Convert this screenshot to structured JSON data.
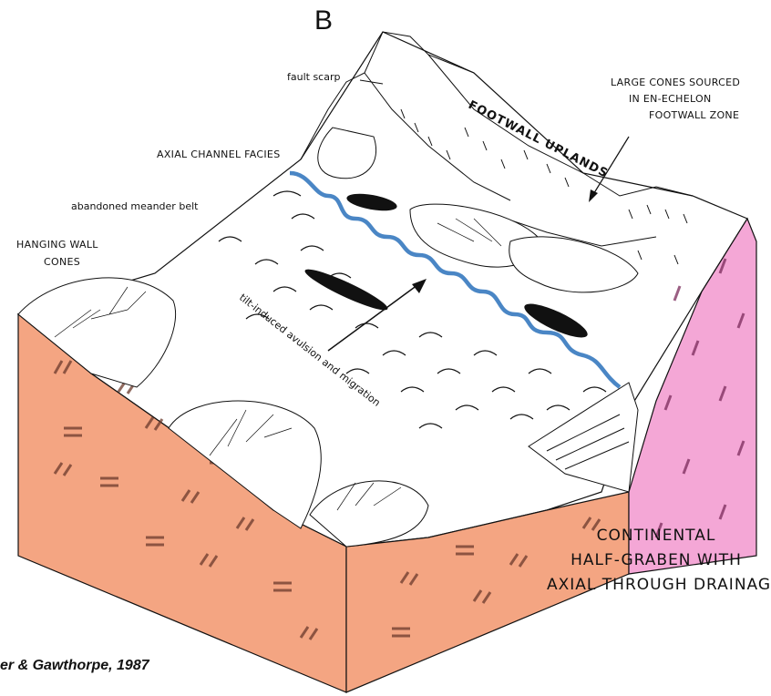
{
  "figure": {
    "panel_label": "B",
    "labels": {
      "fault_scarp": "fault scarp",
      "footwall_uplands": "FOOTWALL UPLANDS",
      "large_cones_line1": "LARGE CONES SOURCED",
      "large_cones_line2": "IN EN-ECHELON",
      "large_cones_line3": "FOOTWALL ZONE",
      "axial_channel": "AXIAL CHANNEL FACIES",
      "abandoned_meander": "abandoned meander belt",
      "hanging_wall_line1": "HANGING WALL",
      "hanging_wall_line2": "CONES",
      "avulsion": "tilt-induced avulsion and migration"
    },
    "title_lines": [
      "CONTINENTAL",
      "HALF-GRABEN WITH",
      "AXIAL THROUGH DRAINAGE"
    ],
    "citation": "er & Gawthorpe, 1987",
    "colors": {
      "hanging_wall_block": "#f4a582",
      "footwall_block": "#f4a7d6",
      "river": "#4a86c5",
      "ink": "#111111",
      "surface": "#ffffff"
    }
  }
}
